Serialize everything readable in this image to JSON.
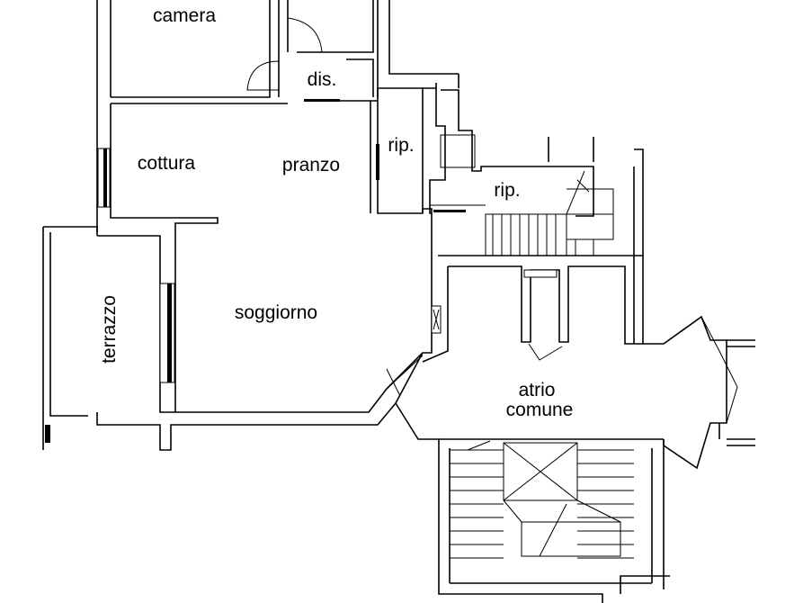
{
  "rooms": {
    "camera": "camera",
    "dis": "dis.",
    "rip_upper": "rip.",
    "cottura": "cottura",
    "pranzo": "pranzo",
    "rip_lower": "rip.",
    "terrazzo": "terrazzo",
    "soggiorno": "soggiorno",
    "atrio_line1": "atrio",
    "atrio_line2": "comune"
  },
  "colors": {
    "line": "#000000",
    "background": "#ffffff"
  }
}
